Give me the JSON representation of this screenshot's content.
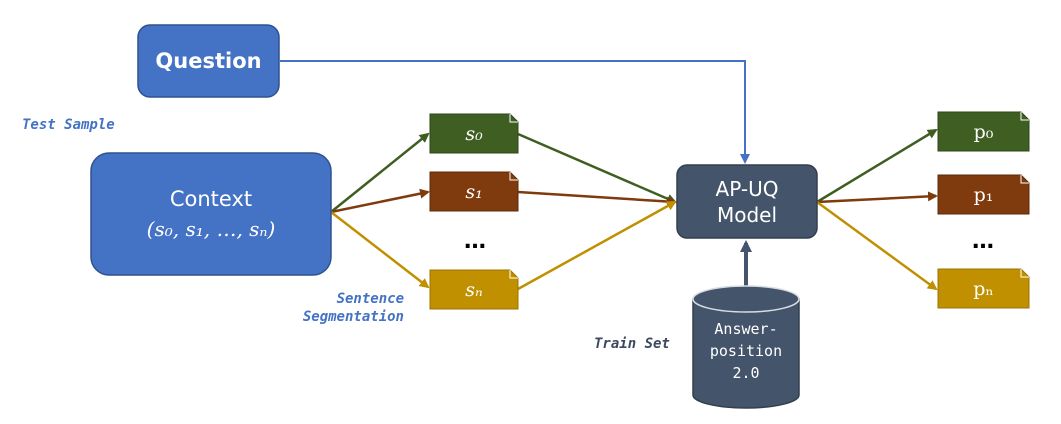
{
  "nodes": {
    "question": {
      "label": "Question"
    },
    "context": {
      "title": "Context",
      "formula": "(s₀, s₁, …, sₙ)"
    },
    "model": {
      "line1": "AP-UQ",
      "line2": "Model"
    },
    "train_db": {
      "line1": "Answer-",
      "line2": "position",
      "line3": "2.0"
    },
    "sentences": [
      {
        "label": "s₀",
        "color": "#3f5f22"
      },
      {
        "label": "s₁",
        "color": "#7f3a0d"
      },
      {
        "label": "sₙ",
        "color": "#c09000"
      }
    ],
    "outputs": [
      {
        "label": "p₀",
        "color": "#3f5f22"
      },
      {
        "label": "p₁",
        "color": "#7f3a0d"
      },
      {
        "label": "pₙ",
        "color": "#c09000"
      }
    ],
    "ellipsis_left": "…",
    "ellipsis_right": "…"
  },
  "captions": {
    "test_sample": "Test Sample",
    "segmentation_line1": "Sentence",
    "segmentation_line2": "Segmentation",
    "train_set": "Train Set"
  },
  "colors": {
    "blue_box": "#4472c4",
    "blue_border": "#2f528f",
    "dark_box": "#44546a",
    "caption_blue": "#4472c4",
    "caption_dark": "#3b4a5e"
  }
}
